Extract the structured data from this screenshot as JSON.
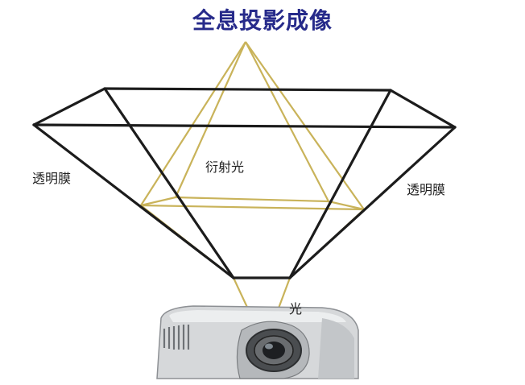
{
  "title": "全息投影成像",
  "labels": {
    "film_left": "透明膜",
    "film_right": "透明膜",
    "diffraction_light": "衍射光",
    "light": "光"
  },
  "colors": {
    "title": "#262a8a",
    "frame": "#1c1c1c",
    "beam": "#c9b35a"
  }
}
